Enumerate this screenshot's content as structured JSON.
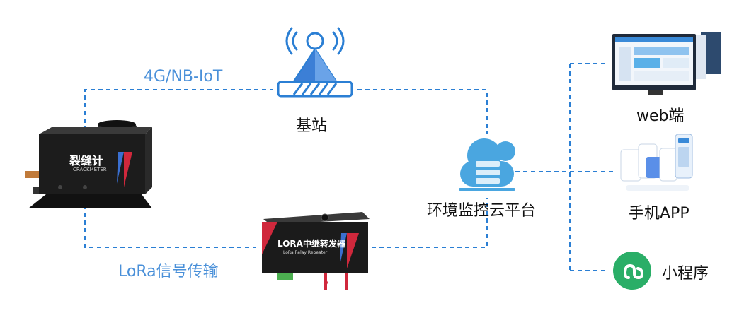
{
  "diagram": {
    "link_4g_label": "4G/NB-IoT",
    "link_lora_label": "LoRa信号传输",
    "base_station_label": "基站",
    "platform_label": "环境监控云平台",
    "clients": {
      "web_label": "web端",
      "app_label": "手机APP",
      "miniprogram_label": "小程序"
    },
    "sensor": {
      "name": "裂缝计",
      "subname": "CRACKMETER"
    },
    "repeater": {
      "title": "LORA中继转发器",
      "subtitle": "LoRa Relay Repeater"
    }
  },
  "colors": {
    "dashed_line": "#2b7fd4",
    "label_blue": "#4a90d9",
    "cloud": "#4aa6e0",
    "miniprogram_green": "#2aae67",
    "device_body": "#1a1a1a",
    "accent_red": "#d0283c"
  },
  "icons": [
    "antenna-tower-icon",
    "cloud-server-icon",
    "monitor-icon",
    "phone-app-icon",
    "miniprogram-icon"
  ]
}
